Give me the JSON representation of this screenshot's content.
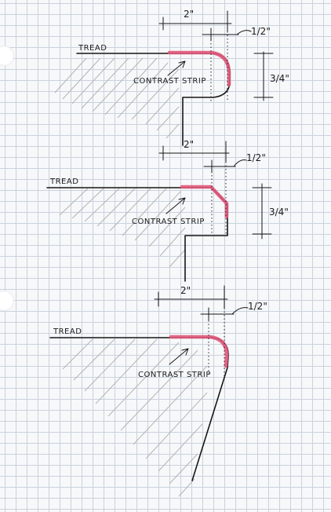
{
  "diagrams": [
    {
      "tread_label": "TREAD",
      "strip_label": "CONTRAST STRIP",
      "width_dim": "2\"",
      "offset_dim": "1/2\"",
      "height_dim": "3/4\""
    },
    {
      "tread_label": "TREAD",
      "strip_label": "CONTRAST STRIP",
      "width_dim": "2\"",
      "offset_dim": "1/2\"",
      "height_dim": "3/4\""
    },
    {
      "tread_label": "TREAD",
      "strip_label": "CONTRAST STRIP",
      "width_dim": "2\"",
      "offset_dim": "1/2\""
    }
  ],
  "colors": {
    "paper": "#f7f8f9",
    "grid": "#c9d2df",
    "ink": "#161616",
    "contrast_strip": "#e0567a"
  }
}
